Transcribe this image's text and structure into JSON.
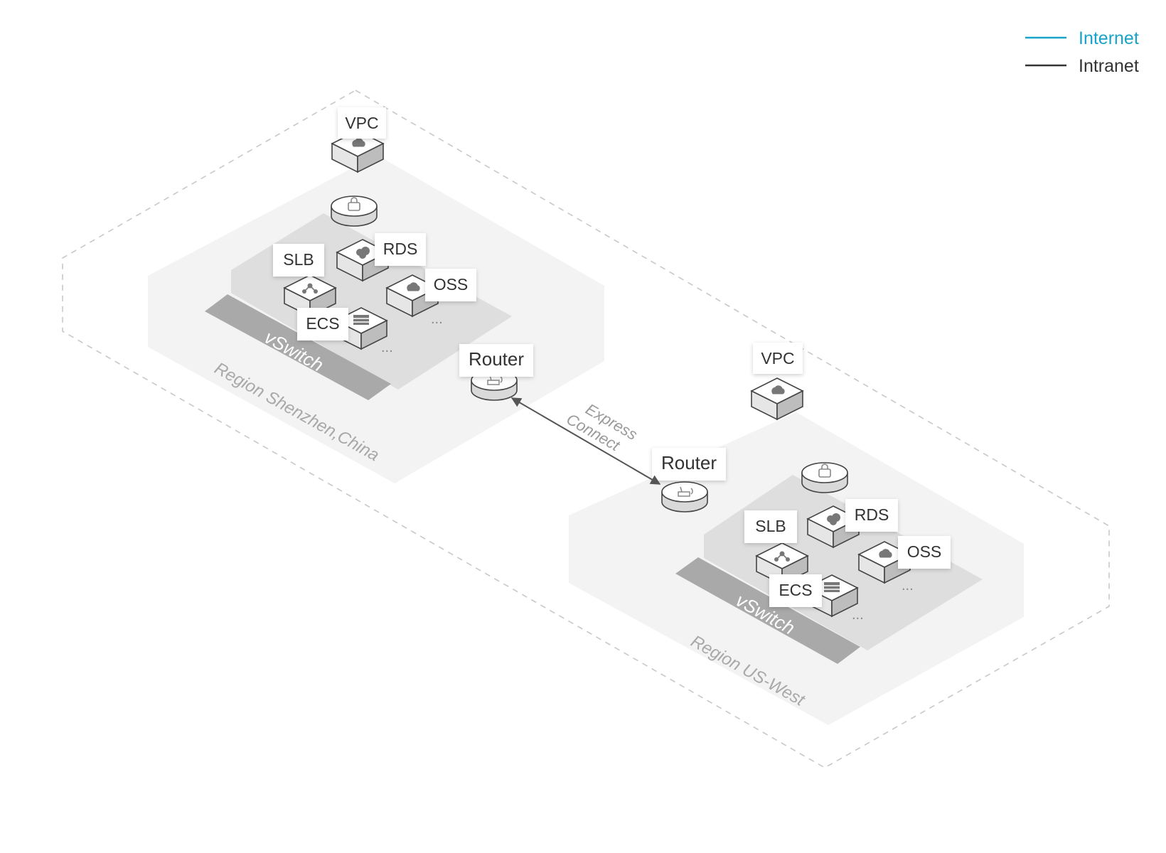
{
  "legend": {
    "internet": {
      "label": "Internet",
      "color": "#1aa3c9"
    },
    "intranet": {
      "label": "Intranet",
      "color": "#333333"
    }
  },
  "connection": {
    "line1": "Express",
    "line2": "Connect"
  },
  "regions": [
    {
      "name": "Region Shenzhen,China",
      "vpc": "VPC",
      "router": "Router",
      "vswitch": "vSwitch",
      "services": {
        "slb": "SLB",
        "rds": "RDS",
        "oss": "OSS",
        "ecs": "ECS",
        "more": "..."
      }
    },
    {
      "name": "Region US-West",
      "vpc": "VPC",
      "router": "Router",
      "vswitch": "vSwitch",
      "services": {
        "slb": "SLB",
        "rds": "RDS",
        "oss": "OSS",
        "ecs": "ECS",
        "more": "..."
      }
    }
  ],
  "icons": {
    "vpc": "cloud-icon",
    "security": "lock-icon",
    "slb": "load-balancer-icon",
    "rds": "database-cloud-icon",
    "oss": "storage-cloud-icon",
    "ecs": "server-icon",
    "router": "router-icon"
  }
}
